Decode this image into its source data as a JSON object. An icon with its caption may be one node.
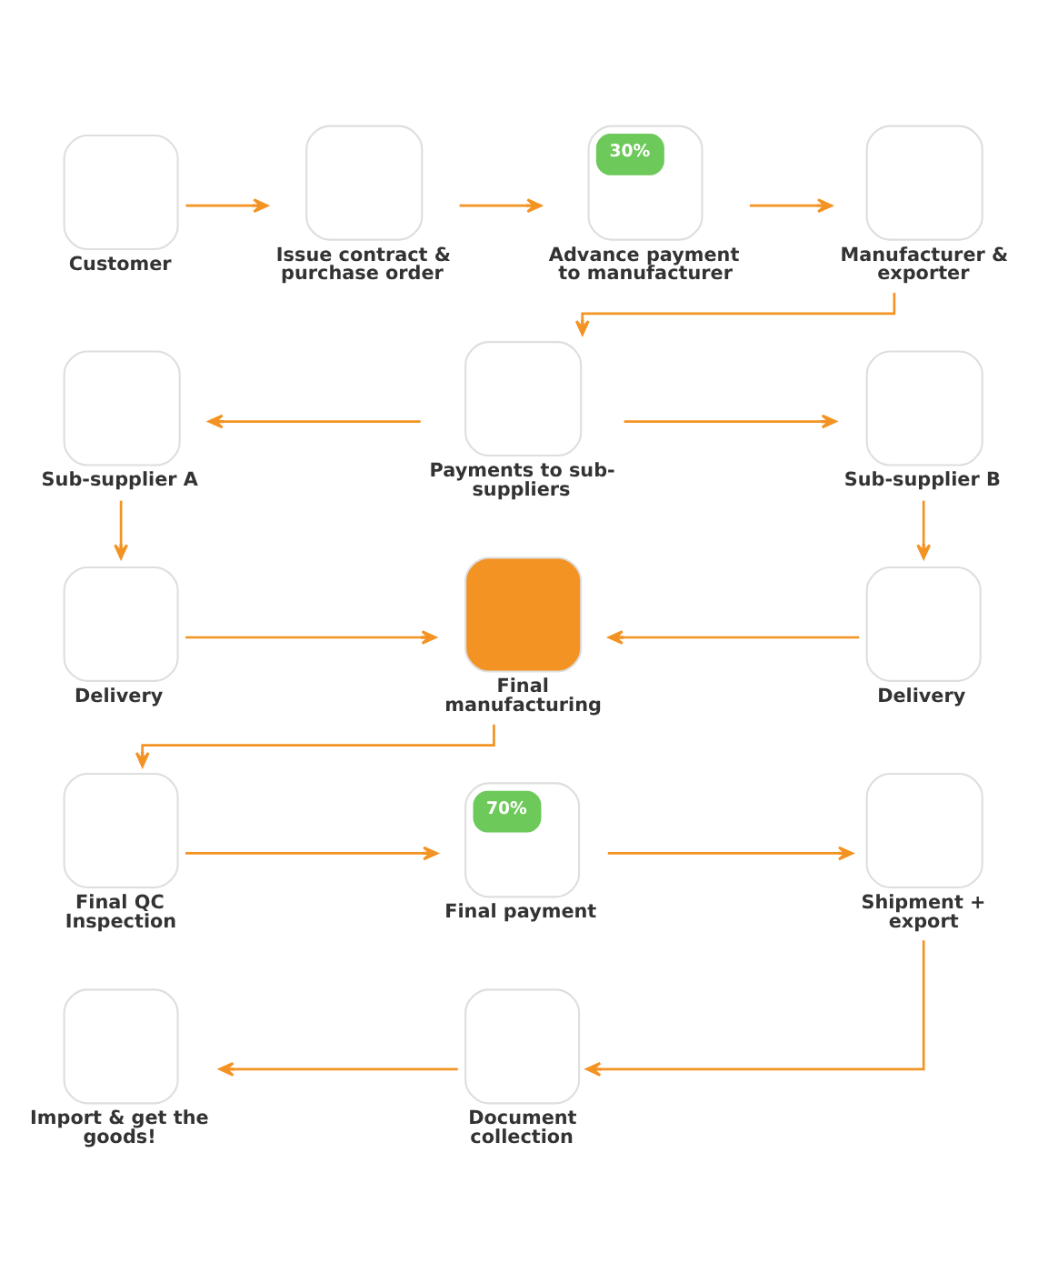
{
  "diagram": {
    "nodes": [
      {
        "text": [
          "Customer"
        ]
      },
      {
        "text": [
          "Issue contract & purchase order"
        ]
      },
      {
        "text": [
          "30%",
          "Advance payment to manufacturer"
        ]
      },
      {
        "text": [
          "Manufacturer & exporter"
        ]
      },
      {
        "text": [
          "Sub-supplier A"
        ]
      },
      {
        "text": [
          "Payments to sub-suppliers"
        ]
      },
      {
        "text": [
          "Sub-supplier B"
        ]
      },
      {
        "text": [
          "Delivery"
        ]
      },
      {
        "text": [
          "Final manufacturing"
        ]
      },
      {
        "text": [
          "Delivery"
        ]
      },
      {
        "text": [
          "Final QC Inspection"
        ]
      },
      {
        "text": [
          "70%",
          "Final payment"
        ]
      },
      {
        "text": [
          "Shipment + export"
        ]
      },
      {
        "text": [
          "Import & get the goods!"
        ]
      },
      {
        "text": [
          "Document collection"
        ]
      }
    ],
    "edges": [
      {
        "from": 0,
        "to": 1,
        "arrow": "to"
      },
      {
        "from": 1,
        "to": 2,
        "arrow": "to"
      },
      {
        "from": 2,
        "to": 3,
        "arrow": "to"
      },
      {
        "from": 3,
        "to": 5,
        "arrow": "to"
      },
      {
        "from": 5,
        "to": 4,
        "arrow": "to"
      },
      {
        "from": 5,
        "to": 6,
        "arrow": "to"
      },
      {
        "from": 4,
        "to": 7,
        "arrow": "to"
      },
      {
        "from": 6,
        "to": 9,
        "arrow": "to"
      },
      {
        "from": 7,
        "to": 8,
        "arrow": "to"
      },
      {
        "from": 9,
        "to": 8,
        "arrow": "to"
      },
      {
        "from": 8,
        "to": 10,
        "arrow": "to"
      },
      {
        "from": 10,
        "to": 11,
        "arrow": "to"
      },
      {
        "from": 11,
        "to": 12,
        "arrow": "to"
      },
      {
        "from": 12,
        "to": 14,
        "arrow": "to"
      },
      {
        "from": 14,
        "to": 13,
        "arrow": "to"
      }
    ]
  }
}
